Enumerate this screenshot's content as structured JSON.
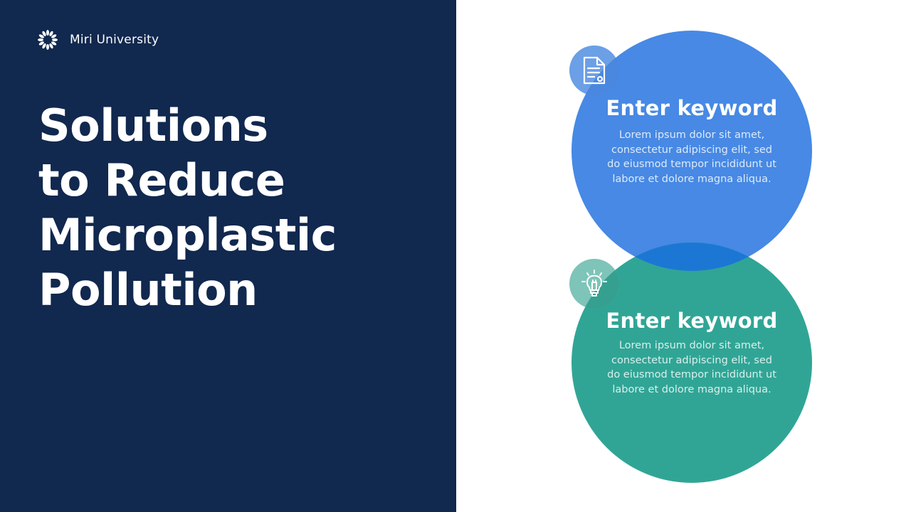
{
  "brand": {
    "name": "Miri University",
    "icon": "sunburst-logo-icon"
  },
  "title": {
    "lines": [
      "Solutions",
      "to Reduce",
      "Microplastic",
      "Pollution"
    ]
  },
  "cards": [
    {
      "icon": "document-icon",
      "title": "Enter keyword",
      "body": "Lorem ipsum dolor sit amet, consectetur adipiscing elit, sed do eiusmod tempor incididunt ut labore et dolore magna aliqua.",
      "color": "#4789e4"
    },
    {
      "icon": "lightbulb-icon",
      "title": "Enter keyword",
      "body": "Lorem ipsum dolor sit amet, consectetur adipiscing elit, sed do eiusmod tempor incididunt ut labore et dolore magna aliqua.",
      "color": "#30a596"
    }
  ],
  "colors": {
    "left_panel": "#11284f",
    "background": "#ffffff",
    "overlap": "#1c77d4"
  }
}
